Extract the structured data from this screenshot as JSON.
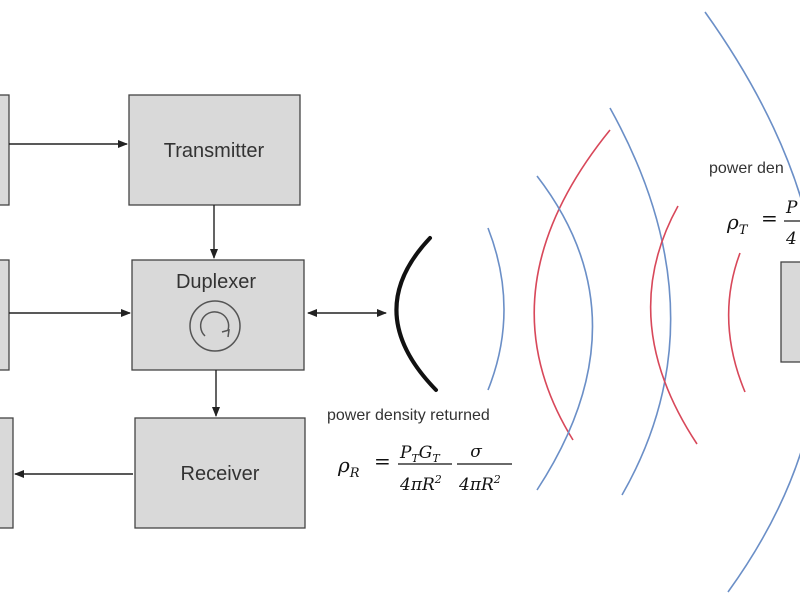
{
  "colors": {
    "box_fill": "#d9d9d9",
    "box_stroke": "#444444",
    "arrow": "#222222",
    "wave_blue": "#6b8fc7",
    "wave_red": "#d8485a",
    "antenna": "#111111"
  },
  "blocks": {
    "transmitter": "Transmitter",
    "duplexer": "Duplexer",
    "receiver": "Receiver"
  },
  "icons": {
    "duplexer": "circulator-icon",
    "antenna": "dish-antenna-icon"
  },
  "equations": {
    "returned": {
      "label": "power density returned",
      "lhs": "ρ",
      "lhs_sub": "R",
      "equals": "=",
      "num1": "P",
      "num1_sub1": "T",
      "num1_mid": "G",
      "num1_sub2": "T",
      "den1": "4πR",
      "den1_sup": "2",
      "num2": "σ",
      "den2": "4πR",
      "den2_sup": "2"
    },
    "transmitted": {
      "label": "power den",
      "lhs": "ρ",
      "lhs_sub": "T",
      "equals": "=",
      "num": "P",
      "den": "4"
    }
  }
}
